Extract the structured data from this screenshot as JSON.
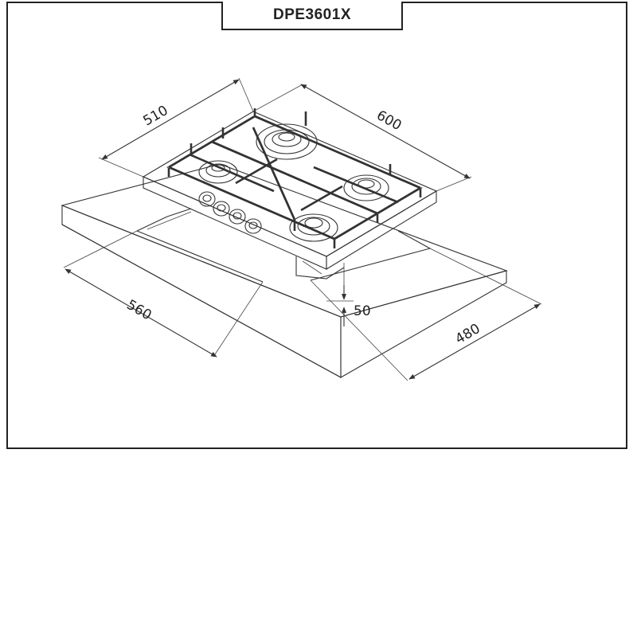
{
  "title": {
    "model": "DPE3601X"
  },
  "dimensions": {
    "hob_depth": "510",
    "hob_width": "600",
    "cutout_width": "560",
    "cutout_depth": "480",
    "min_distance": "50"
  },
  "colors": {
    "line": "#333333",
    "background": "#ffffff"
  }
}
